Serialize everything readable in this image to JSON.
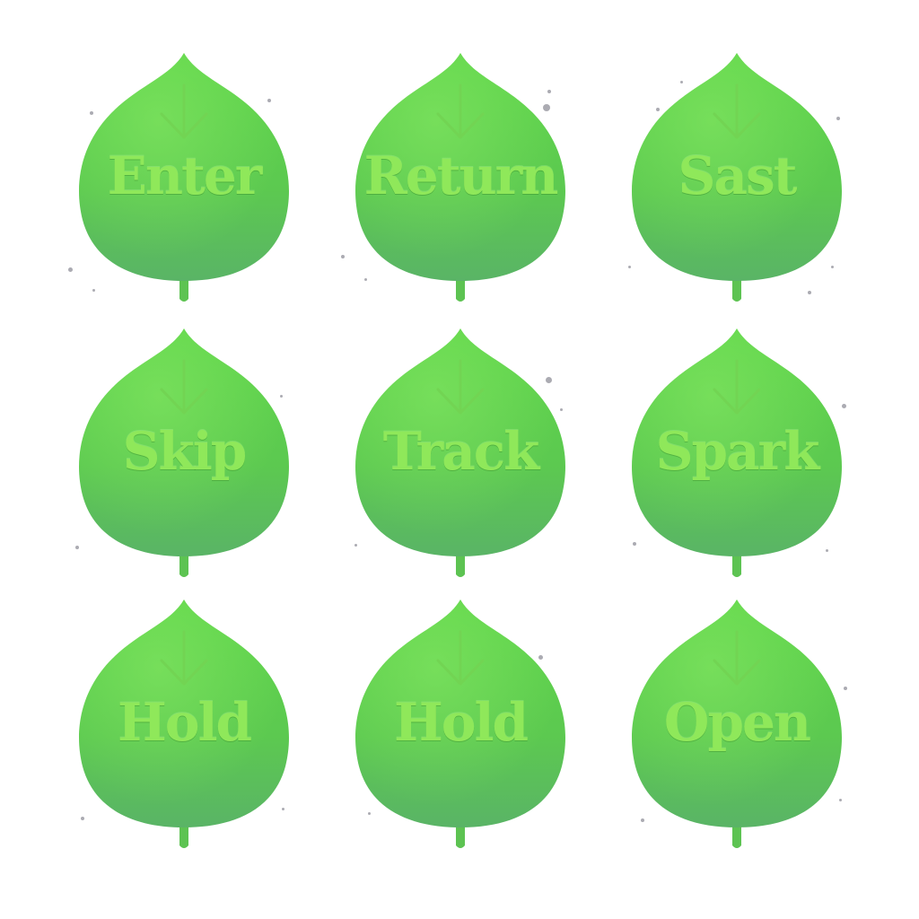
{
  "colors": {
    "leaf_top": "#5fd14a",
    "leaf_bottom": "#58b860",
    "leaf_highlight": "#7be35a",
    "label": "#8fe85a",
    "vein": "#74cf55",
    "speck": "#8f8f98"
  },
  "leaves": [
    {
      "label": "Enter"
    },
    {
      "label": "Return"
    },
    {
      "label": "Sast"
    },
    {
      "label": "Skip"
    },
    {
      "label": "Track"
    },
    {
      "label": "Spark"
    },
    {
      "label": "Hold"
    },
    {
      "label": "Hold"
    },
    {
      "label": "Open"
    }
  ]
}
